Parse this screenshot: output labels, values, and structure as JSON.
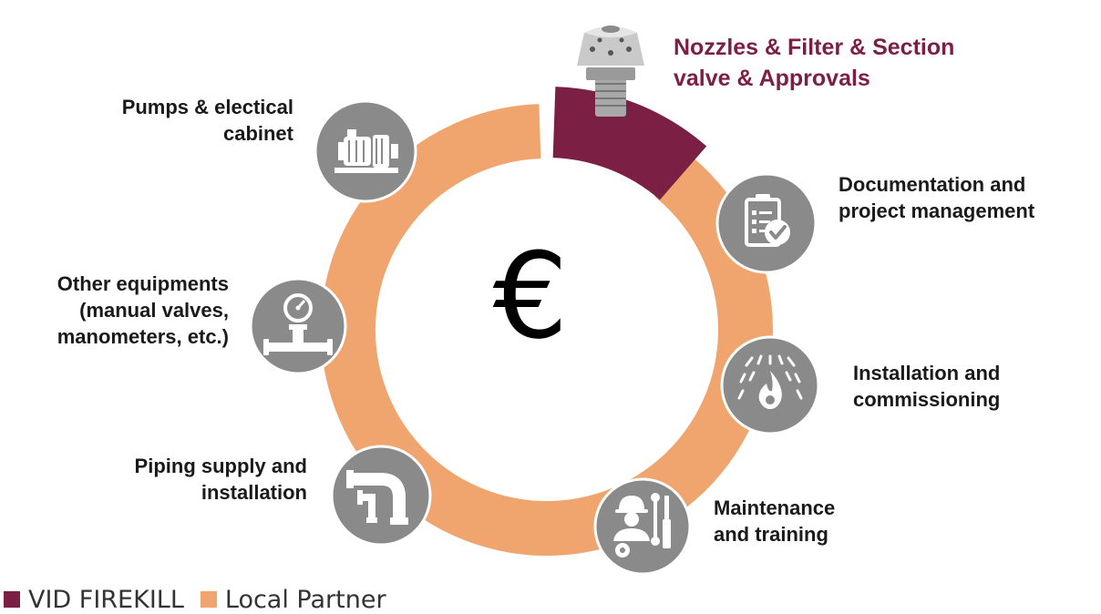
{
  "colors": {
    "brand": "#7b1f45",
    "partner": "#f0a56e",
    "icon_circle": "#8a8a8a",
    "icon_glyph": "#ffffff"
  },
  "center_symbol": "€",
  "segments": [
    {
      "name": "nozzles-filter-valves",
      "owner": "VID FIREKILL",
      "lines": [
        "Nozzles & Filter & Section",
        "valve & Approvals"
      ],
      "icon": "nozzle-photo"
    },
    {
      "name": "documentation",
      "owner": "Local Partner",
      "lines": [
        "Documentation and",
        "project management"
      ],
      "icon": "clipboard-check-icon"
    },
    {
      "name": "installation",
      "owner": "Local Partner",
      "lines": [
        "Installation and",
        "commissioning"
      ],
      "icon": "water-mist-fire-icon"
    },
    {
      "name": "maintenance",
      "owner": "Local Partner",
      "lines": [
        "Maintenance",
        "and training"
      ],
      "icon": "worker-tools-icon"
    },
    {
      "name": "piping",
      "owner": "Local Partner",
      "lines": [
        "Piping supply and",
        "installation"
      ],
      "icon": "pipe-icon"
    },
    {
      "name": "other-equipment",
      "owner": "Local Partner",
      "lines": [
        "Other equipments",
        "(manual valves,",
        "manometers, etc.)"
      ],
      "icon": "pressure-gauge-icon"
    },
    {
      "name": "pumps",
      "owner": "Local Partner",
      "lines": [
        "Pumps & electical",
        "cabinet"
      ],
      "icon": "pump-icon"
    }
  ],
  "legend": [
    {
      "label": "VID FIREKILL",
      "color": "#7b1f45"
    },
    {
      "label": "Local Partner",
      "color": "#f0a56e"
    }
  ]
}
